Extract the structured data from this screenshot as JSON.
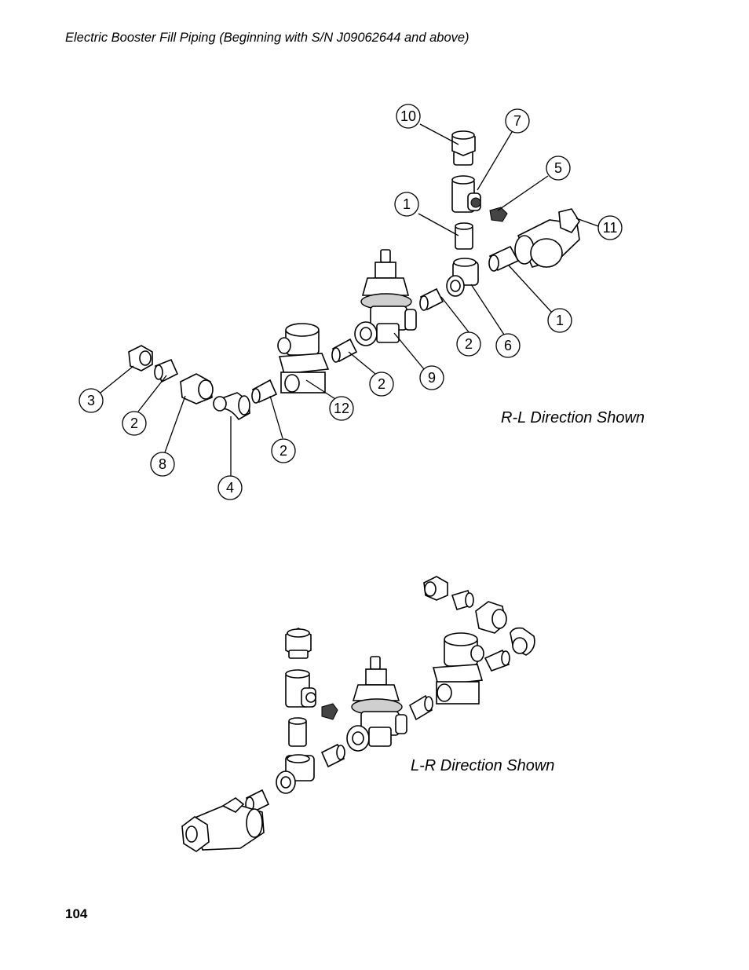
{
  "header": {
    "title": "Electric Booster Fill Piping (Beginning with S/N J09062644 and above)"
  },
  "views": {
    "top_label": "R-L Direction Shown",
    "bottom_label": "L-R Direction Shown"
  },
  "callouts": [
    "10",
    "7",
    "5",
    "1",
    "11",
    "1",
    "2",
    "6",
    "9",
    "2",
    "3",
    "2",
    "8",
    "12",
    "2",
    "4"
  ],
  "footer": {
    "page_number": "104"
  }
}
